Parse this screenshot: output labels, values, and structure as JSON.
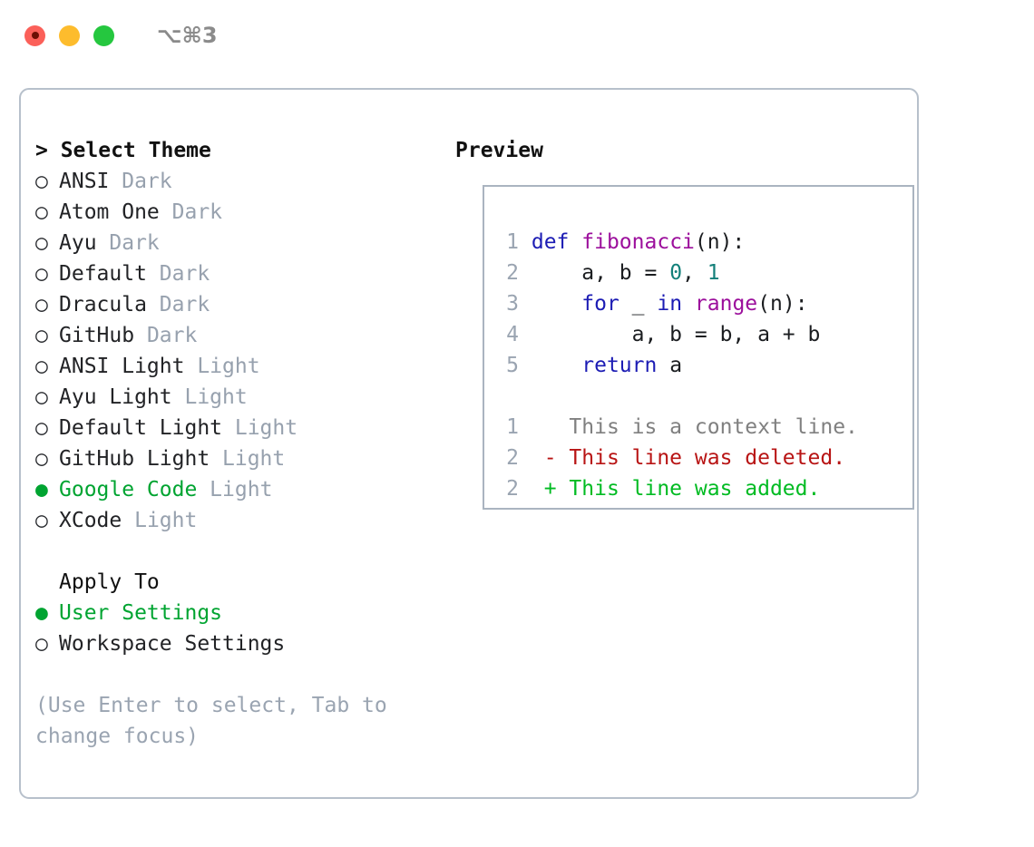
{
  "window": {
    "shortcut": "⌥⌘3",
    "traffic_lights": [
      {
        "name": "close",
        "color": "#fb6059"
      },
      {
        "name": "minimize",
        "color": "#fdbc2d"
      },
      {
        "name": "maximize",
        "color": "#25c73f"
      }
    ]
  },
  "theme_panel": {
    "header": "> Select Theme",
    "items": [
      {
        "marker": "○",
        "label": "ANSI",
        "variant": "Dark",
        "selected": false
      },
      {
        "marker": "○",
        "label": "Atom One",
        "variant": "Dark",
        "selected": false
      },
      {
        "marker": "○",
        "label": "Ayu",
        "variant": "Dark",
        "selected": false
      },
      {
        "marker": "○",
        "label": "Default",
        "variant": "Dark",
        "selected": false
      },
      {
        "marker": "○",
        "label": "Dracula",
        "variant": "Dark",
        "selected": false
      },
      {
        "marker": "○",
        "label": "GitHub",
        "variant": "Dark",
        "selected": false
      },
      {
        "marker": "○",
        "label": "ANSI Light",
        "variant": "Light",
        "selected": false
      },
      {
        "marker": "○",
        "label": "Ayu Light",
        "variant": "Light",
        "selected": false
      },
      {
        "marker": "○",
        "label": "Default Light",
        "variant": "Light",
        "selected": false
      },
      {
        "marker": "○",
        "label": "GitHub Light",
        "variant": "Light",
        "selected": false
      },
      {
        "marker": "●",
        "label": "Google Code",
        "variant": "Light",
        "selected": true
      },
      {
        "marker": "○",
        "label": "XCode",
        "variant": "Light",
        "selected": false
      }
    ]
  },
  "apply_to": {
    "header": "Apply To",
    "items": [
      {
        "marker": "●",
        "label": "User Settings",
        "selected": true
      },
      {
        "marker": "○",
        "label": "Workspace Settings",
        "selected": false
      }
    ]
  },
  "hint": "(Use Enter to select, Tab to change focus)",
  "preview": {
    "header": "Preview",
    "code_lines": [
      {
        "no": "1",
        "tokens": [
          {
            "t": "def",
            "c": "kw"
          },
          {
            "t": " ",
            "c": "pln"
          },
          {
            "t": "fibonacci",
            "c": "fn"
          },
          {
            "t": "(n):",
            "c": "pln"
          }
        ]
      },
      {
        "no": "2",
        "tokens": [
          {
            "t": "    a, b = ",
            "c": "pln"
          },
          {
            "t": "0",
            "c": "num"
          },
          {
            "t": ", ",
            "c": "pln"
          },
          {
            "t": "1",
            "c": "num"
          }
        ]
      },
      {
        "no": "3",
        "tokens": [
          {
            "t": "    ",
            "c": "pln"
          },
          {
            "t": "for",
            "c": "kw"
          },
          {
            "t": " _ ",
            "c": "pln"
          },
          {
            "t": "in",
            "c": "kw"
          },
          {
            "t": " ",
            "c": "pln"
          },
          {
            "t": "range",
            "c": "fn"
          },
          {
            "t": "(n):",
            "c": "pln"
          }
        ]
      },
      {
        "no": "4",
        "tokens": [
          {
            "t": "        a, b = b, a + b",
            "c": "pln"
          }
        ]
      },
      {
        "no": "5",
        "tokens": [
          {
            "t": "    ",
            "c": "pln"
          },
          {
            "t": "return",
            "c": "kw"
          },
          {
            "t": " a",
            "c": "pln"
          }
        ]
      }
    ],
    "diff_lines": [
      {
        "no": "1",
        "sign": " ",
        "text": " This is a context line.",
        "kind": "ctx"
      },
      {
        "no": "2",
        "sign": "-",
        "text": " This line was deleted.",
        "kind": "del"
      },
      {
        "no": "2",
        "sign": "+",
        "text": " This line was added.",
        "kind": "add"
      }
    ]
  },
  "colors": {
    "accent_green": "#00a431",
    "muted": "#97a1ae",
    "border": "#b7c0cb",
    "preview_border": "#aab4c0",
    "keyword": "#1c1cb4",
    "function": "#9c0f9c",
    "number": "#13807a",
    "plain": "#1b1d20",
    "diff_context": "#808080",
    "diff_deleted": "#b81414",
    "diff_added": "#00bb22"
  }
}
